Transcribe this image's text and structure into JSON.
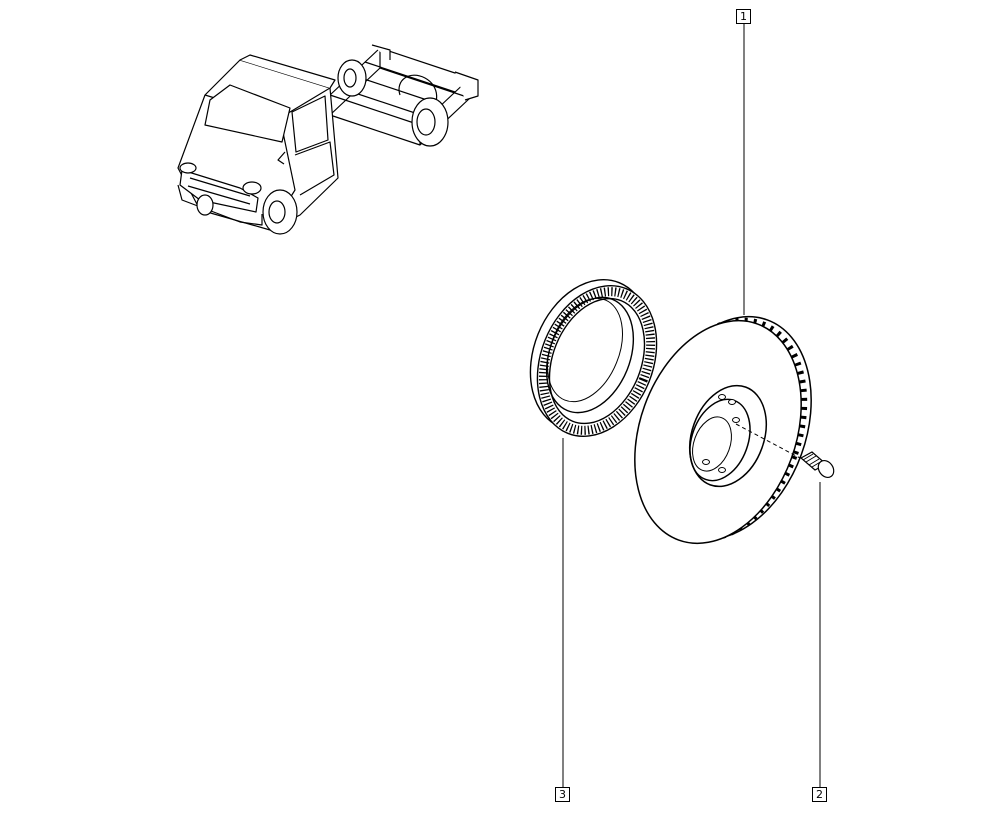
{
  "callouts": [
    {
      "id": "1",
      "label": "1",
      "part": "brake-disc"
    },
    {
      "id": "2",
      "label": "2",
      "part": "disc-screw"
    },
    {
      "id": "3",
      "label": "3",
      "part": "abs-tone-ring"
    }
  ],
  "colors": {
    "line": "#000000",
    "background": "#ffffff"
  }
}
